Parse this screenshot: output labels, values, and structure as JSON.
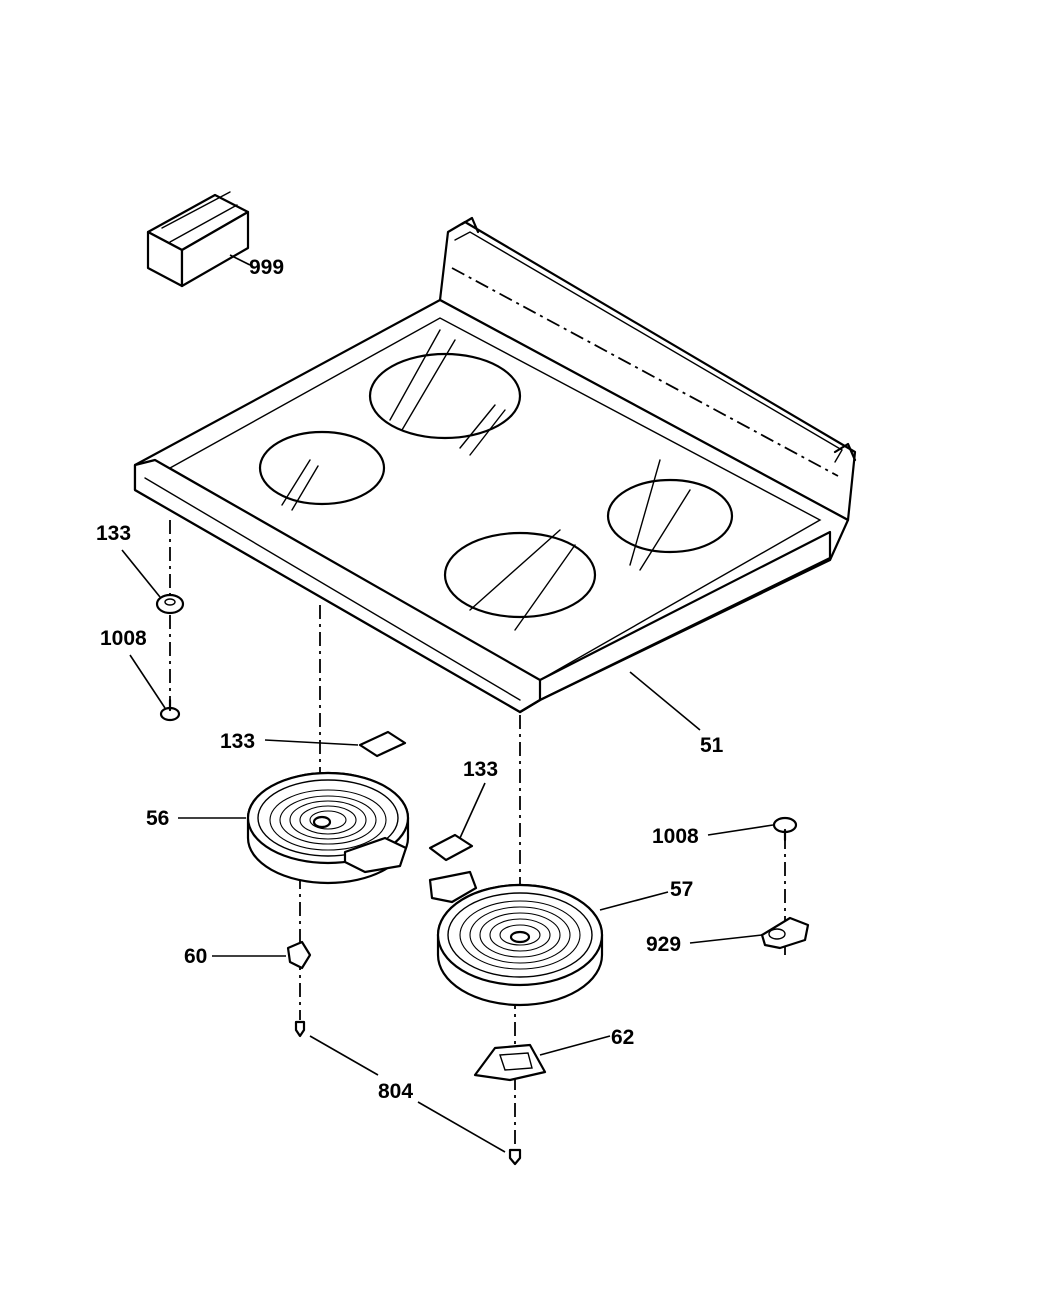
{
  "diagram": {
    "labels": {
      "cooktop_glass": "51",
      "element_small": "56",
      "element_large": "57",
      "bracket_60": "60",
      "bracket_62": "62",
      "screw_804": "804",
      "clip_929": "929",
      "kit_999": "999",
      "pad_left": "133",
      "pad_mid": "133",
      "pad_right": "133",
      "screw_left": "1008",
      "screw_right": "1008"
    }
  }
}
